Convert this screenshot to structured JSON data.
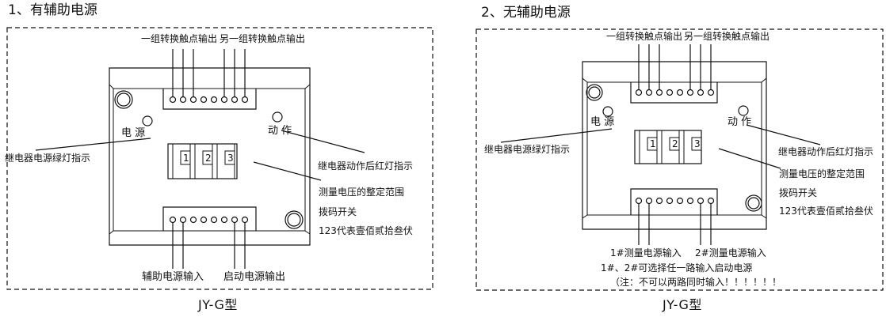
{
  "left": {
    "heading": "1、有辅助电源",
    "top_labels": {
      "group_a": "一组转换触点输出",
      "group_b": "另一组转换触点输出"
    },
    "power_label": "电 源",
    "action_label": "动 作",
    "dip_labels": [
      "1",
      "2",
      "3"
    ],
    "callout_green": "继电器电源绿灯指示",
    "callout_red": "继电器动作后红灯指示",
    "callout_range": "测量电压的整定范围",
    "callout_dip": "拨码开关",
    "callout_digits": "123代表壹佰贰拾叁伏",
    "bottom_labels": {
      "aux_input": "辅助电源输入",
      "start_output": "启动电源输出"
    },
    "model": "JY-G型"
  },
  "right": {
    "heading": "2、无辅助电源",
    "top_labels": {
      "group_a": "一组转换触点输出",
      "group_b": "另一组转换触点输出"
    },
    "power_label": "电 源",
    "action_label": "动 作",
    "dip_labels": [
      "1",
      "2",
      "3"
    ],
    "callout_green": "继电器电源绿灯指示",
    "callout_red": "继电器动作后红灯指示",
    "callout_range": "测量电压的整定范围",
    "callout_dip": "拨码开关",
    "callout_digits": "123代表壹佰贰拾叁伏",
    "bottom_labels": {
      "input1": "1#测量电源输入",
      "input2": "2#测量电源输入",
      "either": "1#、2#可选择任一路输入启动电源",
      "note": "（注：不可以两路同时输入！！！！！！"
    },
    "model": "JY-G型"
  }
}
